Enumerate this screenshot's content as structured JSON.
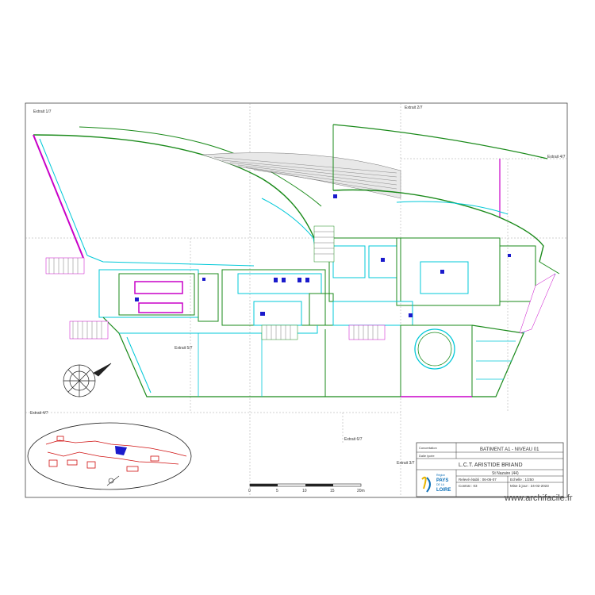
{
  "extract_labels": {
    "top_left": "Extrait 1/7",
    "top_middle": "Extrait 2/7",
    "right": "Extrait 4/7",
    "center": "Extrait 5/7",
    "bottom_left": "Extrait 4/7",
    "bottom_middle": "Extrait 6/7",
    "bottom_center": "Extrait 3/7"
  },
  "title_block": {
    "header_left_1": "Concertation",
    "header_left_2": "Dalle lycée",
    "title": "BATIMENT A1 - NIVEAU 01",
    "school": "L.C.T. ARISTIDE BRIAND",
    "city": "St Nazaire (44)",
    "logo_line1": "Région",
    "logo_line2": "PAYS",
    "logo_line3": "DE LA",
    "logo_line4": "LOIRE",
    "survey": "Relevé établi : 06-06-07",
    "scale": "Echelle : 1/250",
    "ref": "Contrat : 03",
    "update": "Mise à jour : 24-02-2023"
  },
  "scale_bar": {
    "ticks": [
      "0",
      "5",
      "10",
      "15",
      "20m"
    ]
  },
  "watermark": "www.archifacile.fr",
  "colors": {
    "wall_green": "#1a8a1a",
    "wall_cyan": "#00c8d8",
    "wall_magenta": "#c800c8",
    "fixture_blue": "#1a1acc",
    "grid_gray": "#9a9a9a",
    "key_red": "#d01010"
  }
}
